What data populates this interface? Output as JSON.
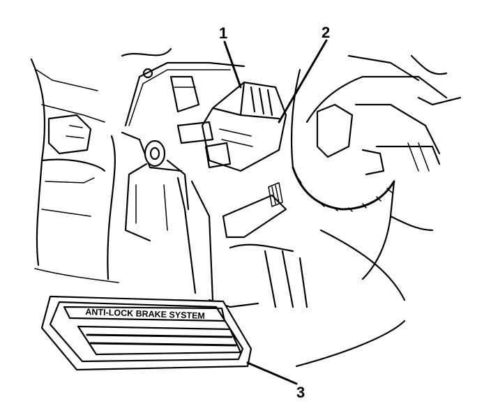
{
  "diagram": {
    "callouts": [
      {
        "id": "1",
        "label": "1"
      },
      {
        "id": "2",
        "label": "2"
      },
      {
        "id": "3",
        "label": "3"
      }
    ],
    "pedal_label": "ANTI-LOCK BRAKE SYSTEM"
  }
}
